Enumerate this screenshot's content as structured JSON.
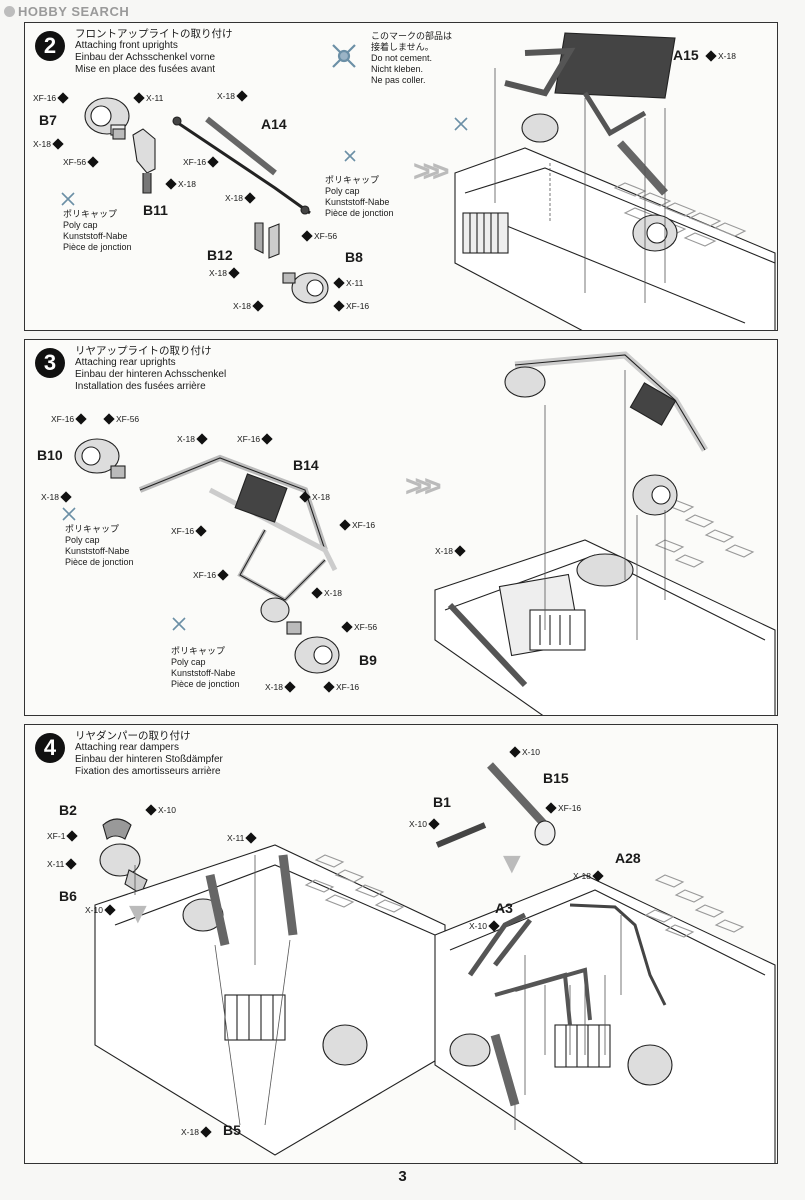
{
  "watermark": "HOBBY SEARCH",
  "page_number": "3",
  "step2": {
    "number": "2",
    "title_jp": "フロントアップライトの取り付け",
    "title_en": "Attaching front uprights",
    "title_de": "Einbau der Achsschenkel vorne",
    "title_fr": "Mise en place des fusées avant",
    "note_jp1": "このマークの部品は",
    "note_jp2": "接着しません。",
    "note_en": "Do not cement.",
    "note_de": "Nicht kleben.",
    "note_fr": "Ne pas coller.",
    "parts": {
      "b7": "B7",
      "b11": "B11",
      "a14": "A14",
      "b12": "B12",
      "b8": "B8",
      "a15": "A15"
    },
    "polycap_left": [
      "ポリキャップ",
      "Poly cap",
      "Kunststoff-Nabe",
      "Pièce de jonction"
    ],
    "polycap_right": [
      "ポリキャップ",
      "Poly cap",
      "Kunststoff-Nabe",
      "Pièce de jonction"
    ],
    "screws": {
      "xf16_a": "XF-16",
      "x11_a": "X-11",
      "x18_a": "X-18",
      "xf56_a": "XF-56",
      "x18_b": "X-18",
      "x18_c": "X-18",
      "xf16_b": "XF-16",
      "x18_d": "X-18",
      "xf56_b": "XF-56",
      "x18_e": "X-18",
      "x11_b": "X-11",
      "x18_f": "X-18",
      "xf16_c": "XF-16",
      "x18_a15": "X-18"
    }
  },
  "step3": {
    "number": "3",
    "title_jp": "リヤアップライトの取り付け",
    "title_en": "Attaching rear uprights",
    "title_de": "Einbau der hinteren Achsschenkel",
    "title_fr": "Installation des fusées arrière",
    "parts": {
      "b10": "B10",
      "b14": "B14",
      "b9": "B9"
    },
    "polycap_left": [
      "ポリキャップ",
      "Poly cap",
      "Kunststoff-Nabe",
      "Pièce de jonction"
    ],
    "polycap_right": [
      "ポリキャップ",
      "Poly cap",
      "Kunststoff-Nabe",
      "Pièce de jonction"
    ],
    "screws": {
      "xf16_a": "XF-16",
      "xf56_a": "XF-56",
      "x18_a": "X-18",
      "x18_b": "X-18",
      "xf16_b": "XF-16",
      "x18_c": "X-18",
      "xf16_c": "XF-16",
      "xf16_d": "XF-16",
      "xf16_e": "XF-16",
      "x18_d": "X-18",
      "xf56_b": "XF-56",
      "x18_e": "X-18",
      "xf16_f": "XF-16",
      "x18_f": "X-18"
    }
  },
  "step4": {
    "number": "4",
    "title_jp": "リヤダンパーの取り付け",
    "title_en": "Attaching rear dampers",
    "title_de": "Einbau der hinteren Stoßdämpfer",
    "title_fr": "Fixation des amortisseurs arrière",
    "parts": {
      "b2": "B2",
      "b6": "B6",
      "b5": "B5",
      "b1": "B1",
      "b15": "B15",
      "a3": "A3",
      "a28": "A28"
    },
    "screws": {
      "x10_a": "X-10",
      "xf1": "XF-1",
      "x11_a": "X-11",
      "x10_b": "X-10",
      "x11_b": "X-11",
      "x18_a": "X-18",
      "x10_c": "X-10",
      "x10_d": "X-10",
      "xf16": "XF-16",
      "x18_b": "X-18",
      "x10_e": "X-10"
    }
  }
}
